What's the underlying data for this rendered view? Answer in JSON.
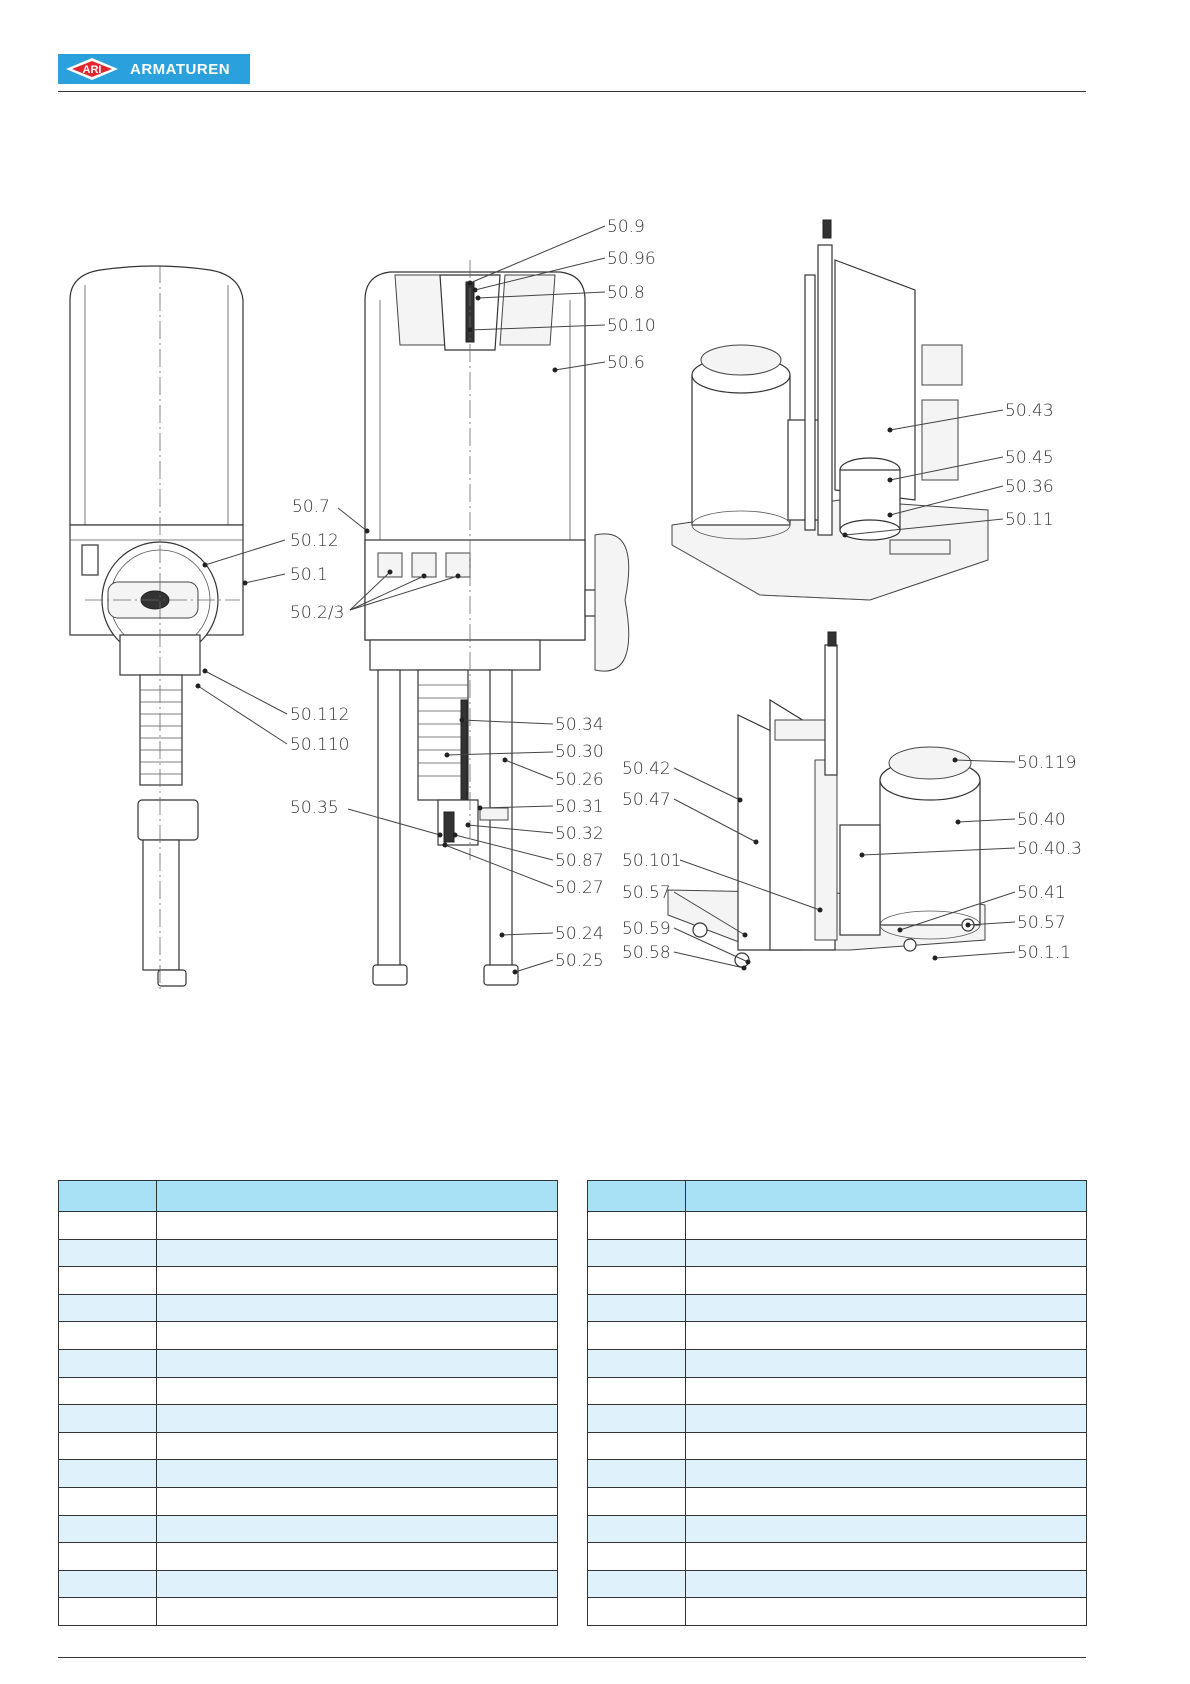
{
  "header": {
    "logo_mark": "ARI",
    "logo_text": "ARMATUREN"
  },
  "callouts": {
    "c50_9": "50.9",
    "c50_96": "50.96",
    "c50_8": "50.8",
    "c50_10": "50.10",
    "c50_6": "50.6",
    "c50_7": "50.7",
    "c50_12": "50.12",
    "c50_1": "50.1",
    "c50_2_3": "50.2/3",
    "c50_112": "50.112",
    "c50_110": "50.110",
    "c50_34": "50.34",
    "c50_30": "50.30",
    "c50_26": "50.26",
    "c50_35": "50.35",
    "c50_31": "50.31",
    "c50_32": "50.32",
    "c50_87": "50.87",
    "c50_27": "50.27",
    "c50_24": "50.24",
    "c50_25": "50.25",
    "c50_43": "50.43",
    "c50_45": "50.45",
    "c50_36": "50.36",
    "c50_11": "50.11",
    "c50_42": "50.42",
    "c50_47": "50.47",
    "c50_101": "50.101",
    "c50_57a": "50.57",
    "c50_59": "50.59",
    "c50_58": "50.58",
    "c50_119": "50.119",
    "c50_40": "50.40",
    "c50_40_3": "50.40.3",
    "c50_41": "50.41",
    "c50_57b": "50.57",
    "c50_1_1": "50.1.1"
  }
}
